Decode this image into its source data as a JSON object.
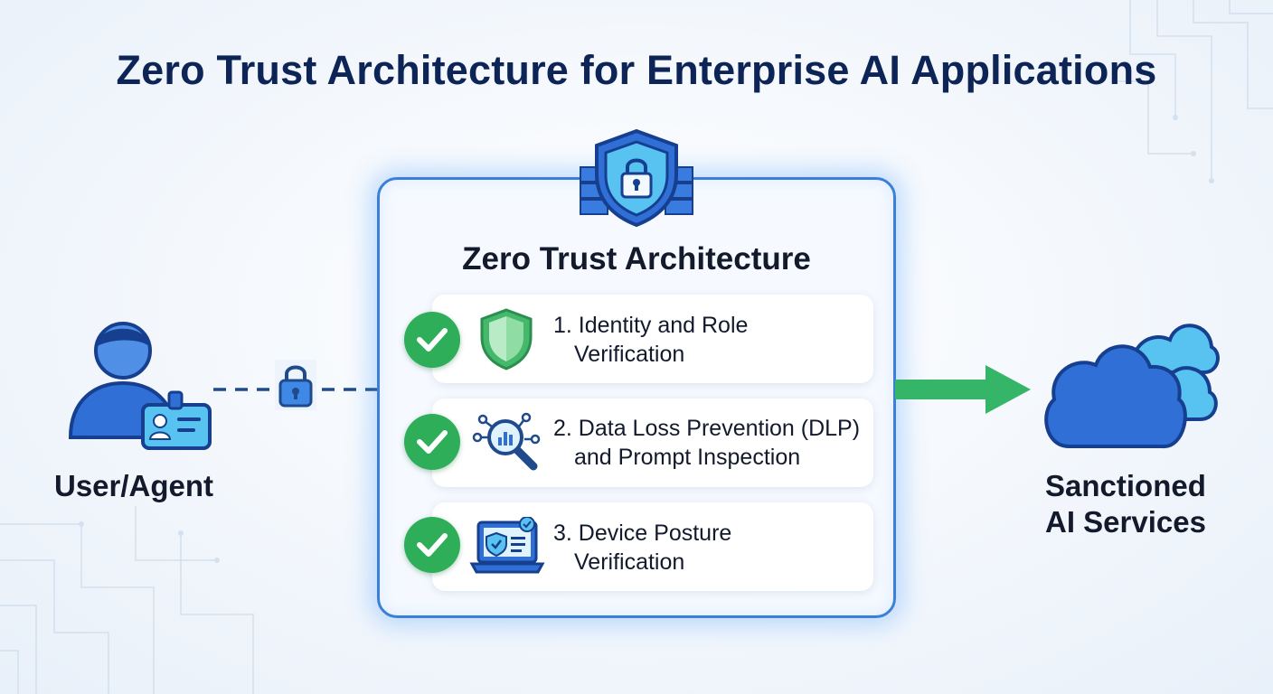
{
  "title": "Zero Trust Architecture for Enterprise AI Applications",
  "panel": {
    "title": "Zero Trust Architecture",
    "steps": [
      {
        "line1": "1. Identity and Role",
        "line2": "Verification",
        "icon": "green-shield-icon"
      },
      {
        "line1": "2. Data Loss Prevention (DLP)",
        "line2": "and Prompt Inspection",
        "icon": "magnifier-chart-icon"
      },
      {
        "line1": "3. Device Posture",
        "line2": "Verification",
        "icon": "laptop-shield-icon"
      }
    ]
  },
  "source": {
    "label": "User/Agent",
    "icon": "user-badge-icon"
  },
  "destination": {
    "line1": "Sanctioned",
    "line2": "AI Services",
    "icon": "cloud-cluster-icon"
  },
  "colors": {
    "title": "#0d2456",
    "panel_border": "#3b7fd6",
    "check_green": "#2fae5a",
    "arrow_green": "#35b567",
    "icon_blue": "#2f6fd6",
    "icon_light_blue": "#58c2f0"
  }
}
